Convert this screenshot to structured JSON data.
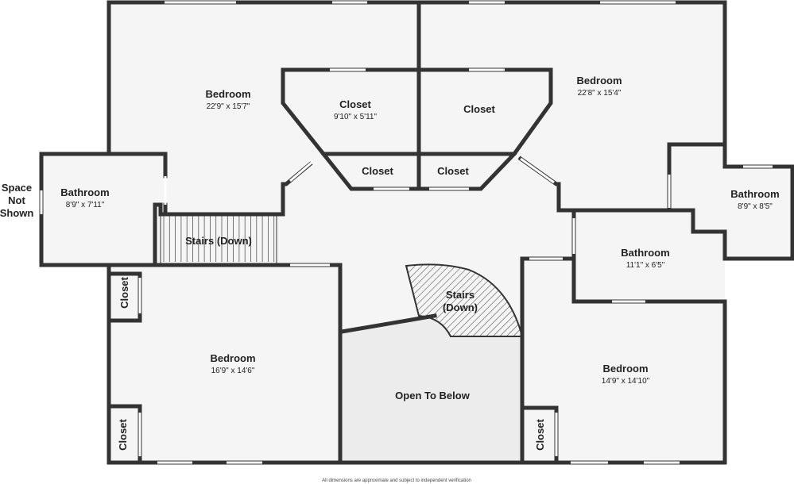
{
  "rooms": {
    "bedroom_nw": {
      "name": "Bedroom",
      "dims": "22'9\" x 15'7\""
    },
    "bedroom_ne": {
      "name": "Bedroom",
      "dims": "22'8\" x 15'4\""
    },
    "closet_top_left": {
      "name": "Closet",
      "dims": "9'10\" x 5'11\""
    },
    "closet_top_right": {
      "name": "Closet"
    },
    "closet_mid_left": {
      "name": "Closet"
    },
    "closet_mid_right": {
      "name": "Closet"
    },
    "bathroom_w": {
      "name": "Bathroom",
      "dims": "8'9\" x 7'11\""
    },
    "bathroom_e": {
      "name": "Bathroom",
      "dims": "8'9\" x 8'5\""
    },
    "bathroom_center": {
      "name": "Bathroom",
      "dims": "11'1\" x 6'5\""
    },
    "stairs_straight": {
      "name": "Stairs (Down)"
    },
    "stairs_curved": {
      "line1": "Stairs",
      "line2": "(Down)"
    },
    "bedroom_sw": {
      "name": "Bedroom",
      "dims": "16'9\" x 14'6\""
    },
    "bedroom_se": {
      "name": "Bedroom",
      "dims": "14'9\" x 14'10\""
    },
    "open_to_below": {
      "name": "Open To Below"
    },
    "closet_w_upper": {
      "name": "Closet"
    },
    "closet_w_lower": {
      "name": "Closet"
    },
    "closet_se": {
      "name": "Closet"
    }
  },
  "space_not_shown": {
    "line1": "Space",
    "line2": "Not",
    "line3": "Shown"
  },
  "disclaimer": "All dimensions are approximate and subject to independent verification",
  "colors": {
    "floor": "#f5f5f5",
    "open_area": "#ececec",
    "wall": "#333333"
  }
}
